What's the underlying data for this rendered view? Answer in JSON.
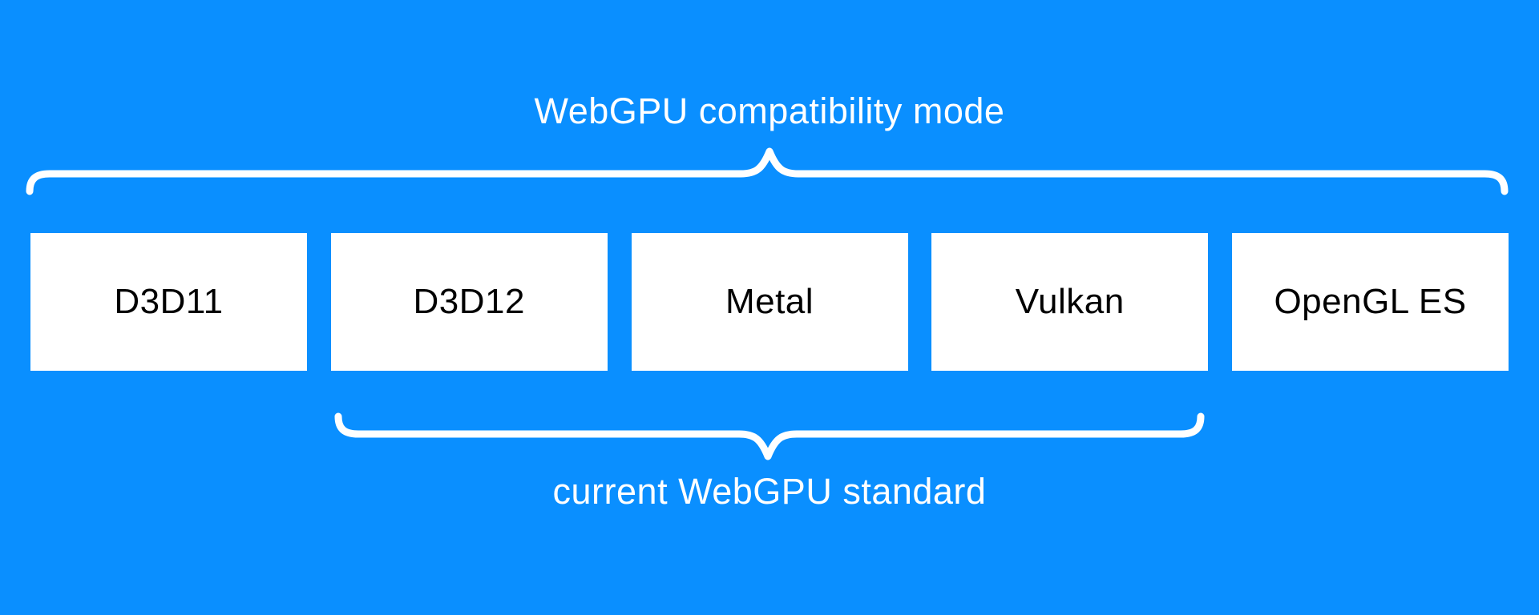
{
  "diagram": {
    "title": "WebGPU compatibility mode",
    "bottom_label": "current WebGPU standard",
    "boxes": [
      {
        "label": "D3D11"
      },
      {
        "label": "D3D12"
      },
      {
        "label": "Metal"
      },
      {
        "label": "Vulkan"
      },
      {
        "label": "OpenGL ES"
      }
    ],
    "colors": {
      "background": "#0a8fff",
      "box_background": "#ffffff",
      "box_text": "#000000",
      "annotation_text": "#ffffff",
      "brace": "#ffffff"
    }
  }
}
